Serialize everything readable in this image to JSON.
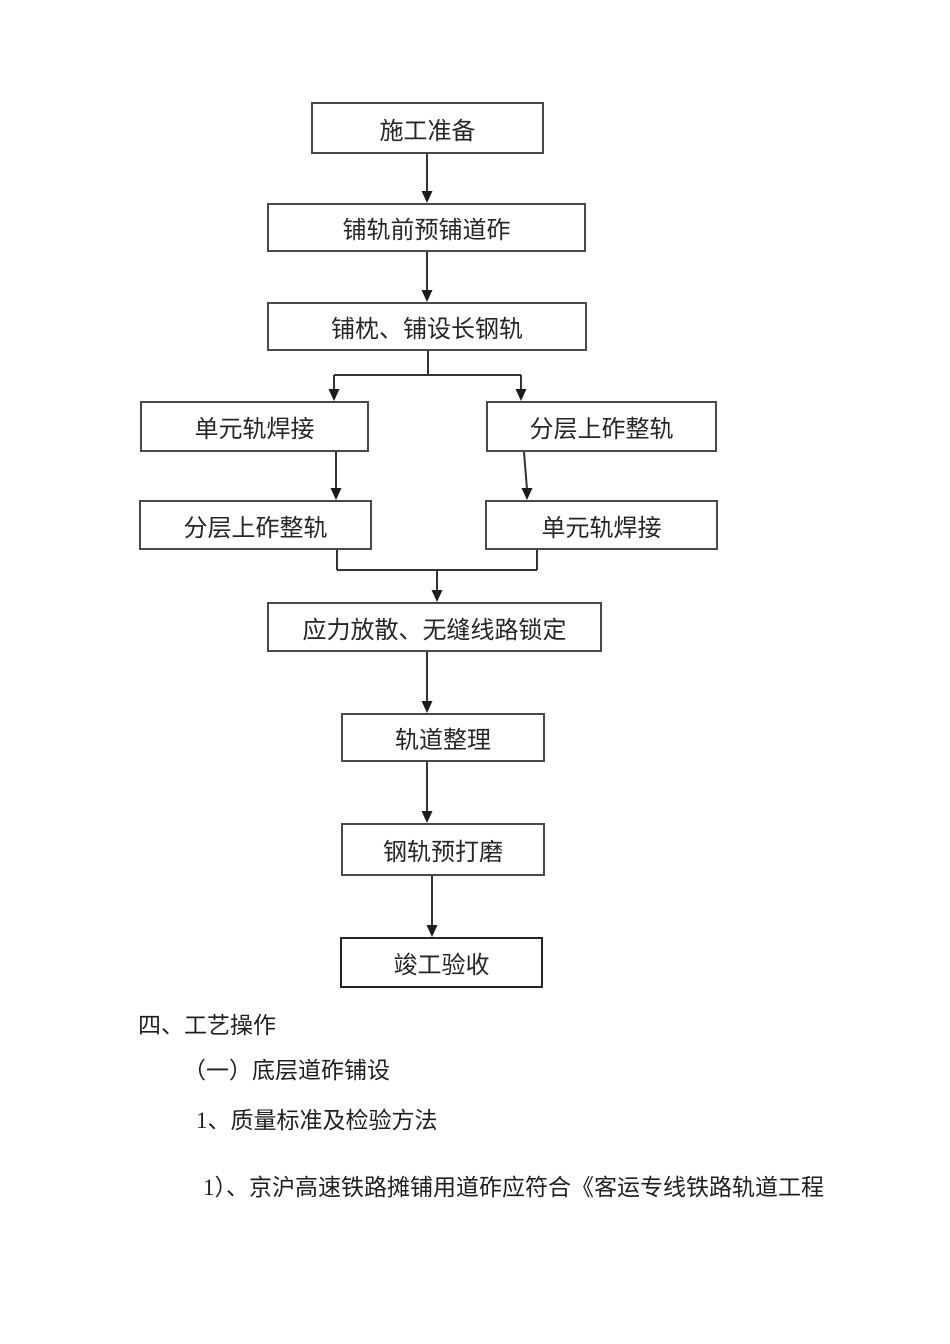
{
  "page": {
    "background": "#ffffff",
    "type": "document-flowchart"
  },
  "colors": {
    "box_border": "#4a4a4a",
    "final_box_border": "#242424",
    "connector_line": "#333333",
    "text": "#1f1f1f"
  },
  "flowchart": {
    "nodes": [
      {
        "id": "prep",
        "label": "施工准备"
      },
      {
        "id": "preballast",
        "label": "铺轨前预铺道砟"
      },
      {
        "id": "sleepers",
        "label": "铺枕、铺设长钢轨"
      },
      {
        "id": "weld-left",
        "label": "单元轨焊接"
      },
      {
        "id": "ballast-right",
        "label": "分层上砟整轨"
      },
      {
        "id": "ballast-left",
        "label": "分层上砟整轨"
      },
      {
        "id": "weld-right",
        "label": "单元轨焊接"
      },
      {
        "id": "stress",
        "label": "应力放散、无缝线路锁定"
      },
      {
        "id": "arrange",
        "label": "轨道整理"
      },
      {
        "id": "grind",
        "label": "钢轨预打磨"
      },
      {
        "id": "accept",
        "label": "竣工验收"
      }
    ],
    "edges": [
      {
        "from": "prep",
        "to": "preballast"
      },
      {
        "from": "preballast",
        "to": "sleepers"
      },
      {
        "from": "sleepers",
        "to": "weld-left"
      },
      {
        "from": "sleepers",
        "to": "ballast-right"
      },
      {
        "from": "weld-left",
        "to": "ballast-left"
      },
      {
        "from": "ballast-right",
        "to": "weld-right"
      },
      {
        "from": "ballast-left",
        "to": "stress"
      },
      {
        "from": "weld-right",
        "to": "stress"
      },
      {
        "from": "stress",
        "to": "arrange"
      },
      {
        "from": "arrange",
        "to": "grind"
      },
      {
        "from": "grind",
        "to": "accept"
      }
    ]
  },
  "text_lines": [
    {
      "label": "四、工艺操作"
    },
    {
      "label": "（一）底层道砟铺设"
    },
    {
      "label": "1、质量标准及检验方法"
    },
    {
      "label": "1）、京沪高速铁路摊铺用道砟应符合《客运专线铁路轨道工程"
    }
  ]
}
